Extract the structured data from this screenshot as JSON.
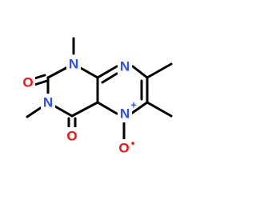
{
  "molecule": {
    "atoms": {
      "n1": "N",
      "n3": "N",
      "n5": "N",
      "n8": "N",
      "o2": "O",
      "o4": "O",
      "o5": "O"
    },
    "charges": {
      "n5_plus": "+",
      "o5_radical": "•"
    },
    "colors": {
      "nitrogen": "#3050F8",
      "oxygen": "#FF0D0D",
      "bond": "#000000"
    }
  }
}
